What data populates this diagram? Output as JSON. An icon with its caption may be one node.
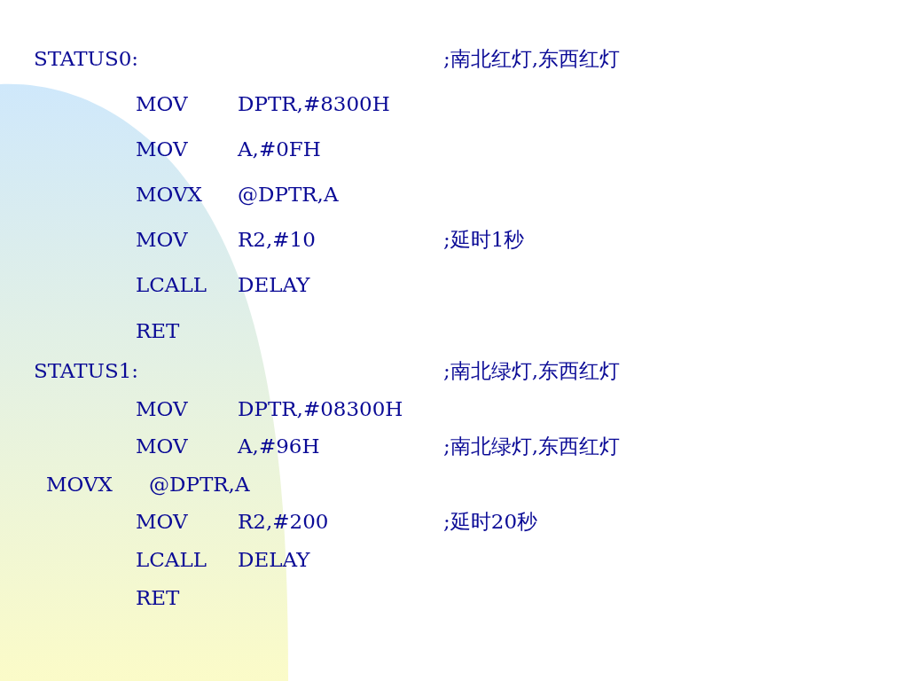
{
  "diagram": {
    "labels": [
      "STATUS0:",
      ";南北红灯,东西红灯",
      "MOV",
      "DPTR,#8300H",
      "MOV",
      "A,#0FH",
      "MOVX",
      "@DPTR,A",
      "MOV",
      "R2,#10",
      ";延时1秒",
      "LCALL",
      "DELAY",
      "RET",
      "STATUS1:",
      ";南北绿灯,东西红灯",
      "MOV",
      "DPTR,#08300H",
      "MOV",
      "A,#96H",
      ";南北绿灯,东西红灯",
      "MOVX",
      "@DPTR,A",
      "MOV",
      "R2,#200",
      ";延时20秒",
      "LCALL",
      "DELAY",
      "RET"
    ]
  }
}
